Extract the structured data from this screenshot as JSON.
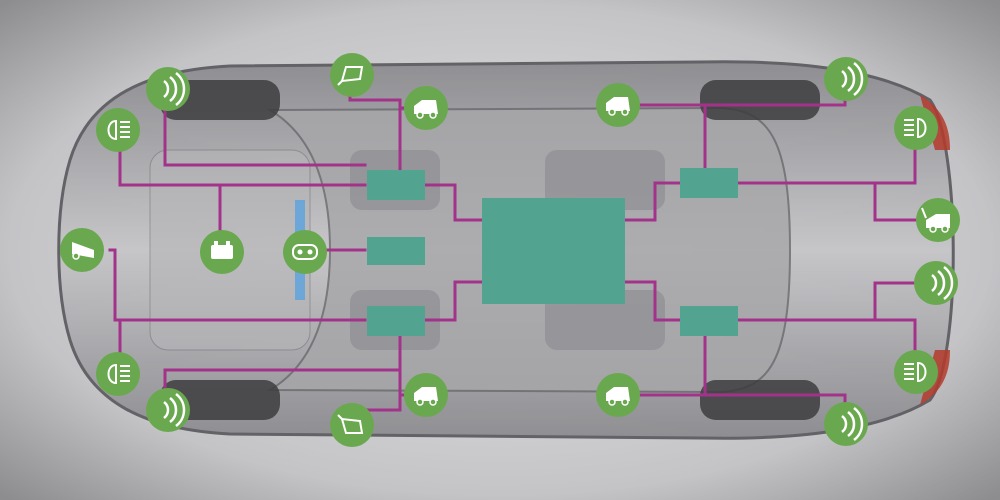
{
  "colors": {
    "background": "#c9c9cb",
    "background_edge": "#8d8d90",
    "car_body": "#a9a9ac",
    "car_shadow": "#5e5e62",
    "wiring": "#a3338a",
    "controller": "#52a38f",
    "icon_badge": "#6aa84f",
    "icon_glyph": "#ffffff"
  },
  "components": {
    "central_unit": {
      "icon": "central-controller"
    },
    "zone_units": [
      {
        "id": "front-left-zone",
        "icon": "zone-controller"
      },
      {
        "id": "front-center-zone",
        "icon": "zone-controller"
      },
      {
        "id": "front-right-zone",
        "icon": "zone-controller"
      },
      {
        "id": "rear-left-zone",
        "icon": "zone-controller"
      },
      {
        "id": "rear-right-zone",
        "icon": "zone-controller"
      }
    ],
    "devices": [
      {
        "id": "front-left-parking-sensor",
        "icon": "parking-sensor-icon"
      },
      {
        "id": "front-right-parking-sensor",
        "icon": "parking-sensor-icon"
      },
      {
        "id": "front-left-headlight",
        "icon": "headlight-icon"
      },
      {
        "id": "front-right-headlight",
        "icon": "headlight-icon"
      },
      {
        "id": "front-camera",
        "icon": "front-camera-icon"
      },
      {
        "id": "battery",
        "icon": "battery-icon"
      },
      {
        "id": "dashboard-display",
        "icon": "infotainment-icon"
      },
      {
        "id": "left-mirror",
        "icon": "side-mirror-icon"
      },
      {
        "id": "right-mirror",
        "icon": "side-mirror-icon"
      },
      {
        "id": "front-left-door",
        "icon": "door-module-icon"
      },
      {
        "id": "front-right-door",
        "icon": "door-module-icon"
      },
      {
        "id": "rear-left-door",
        "icon": "door-module-icon"
      },
      {
        "id": "rear-right-door",
        "icon": "door-module-icon"
      },
      {
        "id": "rear-left-taillight",
        "icon": "taillight-icon"
      },
      {
        "id": "rear-right-taillight",
        "icon": "taillight-icon"
      },
      {
        "id": "trunk-lid",
        "icon": "tailgate-icon"
      },
      {
        "id": "rear-left-parking-sensor",
        "icon": "parking-sensor-icon"
      },
      {
        "id": "rear-right-parking-sensor",
        "icon": "parking-sensor-icon"
      },
      {
        "id": "rear-center-parking-sensor",
        "icon": "parking-sensor-icon"
      }
    ]
  }
}
